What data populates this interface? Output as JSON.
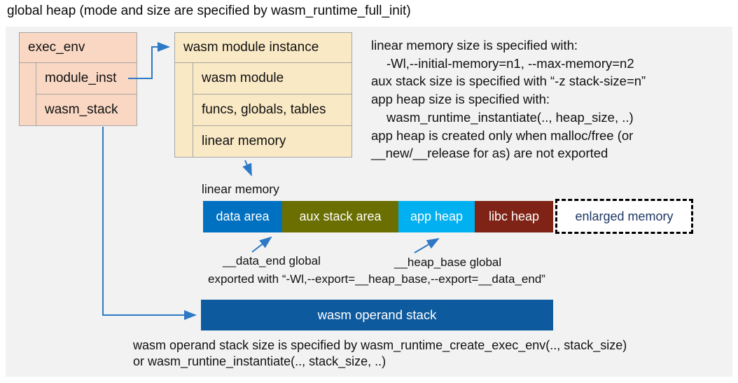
{
  "title": "global heap (mode and size are specified by wasm_runtime_full_init)",
  "exec_env": {
    "header": "exec_env",
    "fields": [
      "module_inst",
      "wasm_stack"
    ]
  },
  "module_instance": {
    "header": "wasm module instance",
    "fields": [
      "wasm module",
      "funcs, globals, tables",
      "linear memory"
    ]
  },
  "notes_right": {
    "lines": [
      "linear memory size is specified with:",
      "-Wl,--initial-memory=n1, --max-memory=n2",
      "aux stack size is specified with “-z stack-size=n”",
      "app heap size is specified with:",
      "wasm_runtime_instantiate(.., heap_size, ..)",
      "app heap is created only when malloc/free (or",
      "__new/__release for as) are not exported"
    ]
  },
  "linear_memory": {
    "label": "linear memory",
    "segments": [
      {
        "label": "data area",
        "color": "#0070c0"
      },
      {
        "label": "aux stack area",
        "color": "#6b6e00"
      },
      {
        "label": "app heap",
        "color": "#00b0f0"
      },
      {
        "label": "libc heap",
        "color": "#7e2315"
      }
    ],
    "enlarged": {
      "label": "enlarged memory",
      "text_color": "#1f3864"
    }
  },
  "annotations": {
    "data_end": "__data_end global",
    "heap_base": "__heap_base global",
    "exported": "exported with “-Wl,--export=__heap_base,--export=__data_end”"
  },
  "operand_stack": {
    "label": "wasm operand stack",
    "color": "#0e5a9e"
  },
  "notes_bottom": {
    "lines": [
      "wasm operand stack size is specified by wasm_runtime_create_exec_env(.., stack_size)",
      "or wasm_runtine_instantiate(.., stack_size, ..)"
    ]
  },
  "connector_color": "#2e79c5"
}
